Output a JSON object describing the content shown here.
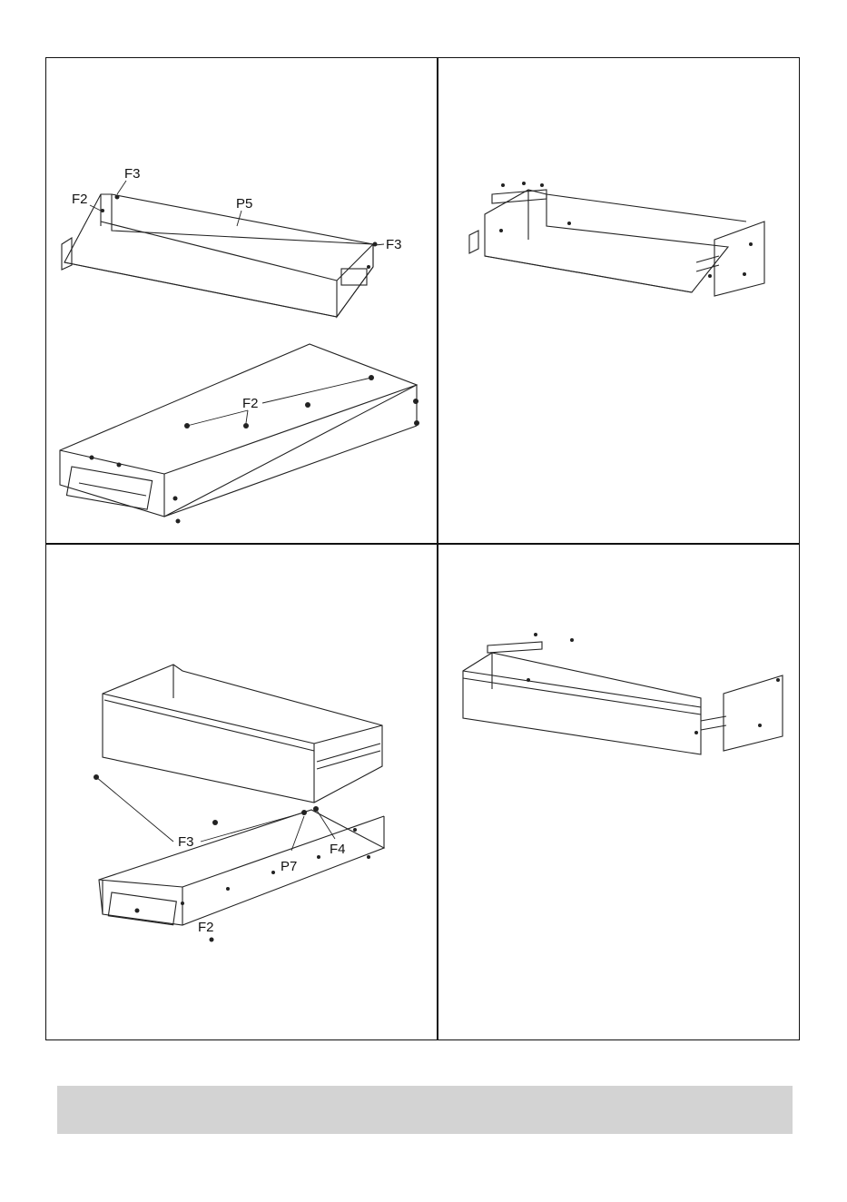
{
  "steps": {
    "step1": {
      "labels": [
        "F3",
        "F2",
        "P5",
        "F3",
        "F2"
      ]
    },
    "step3": {
      "labels": [
        "F3",
        "F4",
        "P7",
        "F2"
      ]
    }
  },
  "footer": {
    "text": ""
  }
}
